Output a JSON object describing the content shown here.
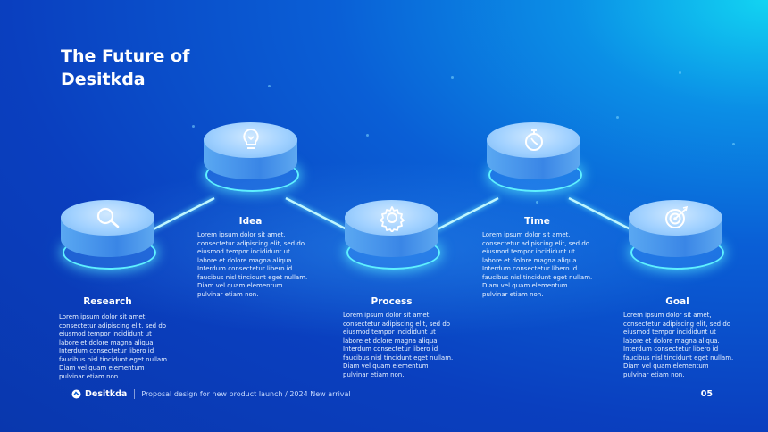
{
  "slide": {
    "title_line1": "The Future of",
    "title_line2": "Desitkda",
    "steps": [
      {
        "label": "Research",
        "icon": "magnifier-icon",
        "body": "Lorem ipsum dolor sit amet, consectetur adipiscing elit, sed do eiusmod tempor incididunt ut labore et dolore magna aliqua. Interdum consectetur libero id faucibus nisl tincidunt eget nullam. Diam vel quam elementum pulvinar etiam non."
      },
      {
        "label": "Idea",
        "icon": "lightbulb-icon",
        "body": "Lorem ipsum dolor sit amet, consectetur adipiscing elit, sed do eiusmod tempor incididunt ut labore et dolore magna aliqua. Interdum consectetur libero id faucibus nisl tincidunt eget nullam. Diam vel quam elementum pulvinar etiam non."
      },
      {
        "label": "Process",
        "icon": "gear-icon",
        "body": "Lorem ipsum dolor sit amet, consectetur adipiscing elit, sed do eiusmod tempor incididunt ut labore et dolore magna aliqua. Interdum consectetur libero id faucibus nisl tincidunt eget nullam. Diam vel quam elementum pulvinar etiam non."
      },
      {
        "label": "Time",
        "icon": "stopwatch-icon",
        "body": "Lorem ipsum dolor sit amet, consectetur adipiscing elit, sed do eiusmod tempor incididunt ut labore et dolore magna aliqua. Interdum consectetur libero id faucibus nisl tincidunt eget nullam. Diam vel quam elementum pulvinar etiam non."
      },
      {
        "label": "Goal",
        "icon": "target-icon",
        "body": "Lorem ipsum dolor sit amet, consectetur adipiscing elit, sed do eiusmod tempor incididunt ut labore et dolore magna aliqua. Interdum consectetur libero id faucibus nisl tincidunt eget nullam. Diam vel quam elementum pulvinar etiam non."
      }
    ]
  },
  "footer": {
    "brand": "Desitkda",
    "tagline": "Proposal design for new product launch / 2024 New arrival",
    "page_number": "05"
  },
  "colors": {
    "background_deep": "#0a3fbf",
    "background_light": "#12d4f2",
    "glow_ring": "#5ff0ff",
    "disc_top": "#cfe8ff"
  }
}
